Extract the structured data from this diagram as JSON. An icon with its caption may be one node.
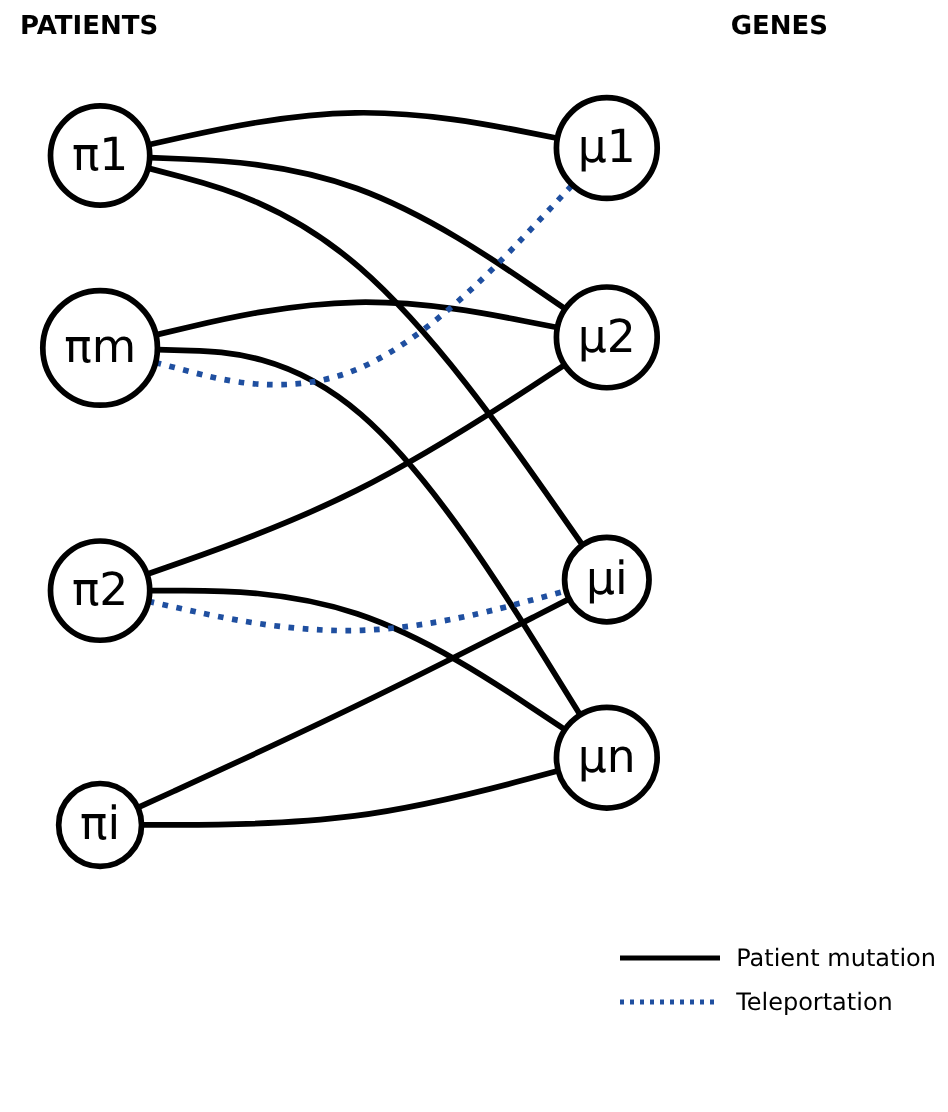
{
  "diagram": {
    "nodes": [
      {
        "text": [
          "π1"
        ]
      },
      {
        "text": [
          "π2"
        ]
      },
      {
        "text": [
          "πi"
        ]
      },
      {
        "text": [
          "πm"
        ]
      },
      {
        "text": [
          "μ1"
        ]
      },
      {
        "text": [
          "μ2"
        ]
      },
      {
        "text": [
          "μi"
        ]
      },
      {
        "text": [
          "μn"
        ]
      }
    ],
    "edges": [
      {
        "from": 0,
        "to": 4,
        "arrow": "none"
      },
      {
        "from": 0,
        "to": 5,
        "arrow": "none"
      },
      {
        "from": 0,
        "to": 6,
        "arrow": "none"
      },
      {
        "from": 1,
        "to": 5,
        "arrow": "none"
      },
      {
        "from": 1,
        "to": 7,
        "arrow": "none"
      },
      {
        "from": 2,
        "to": 6,
        "arrow": "none"
      },
      {
        "from": 2,
        "to": 7,
        "arrow": "none"
      },
      {
        "from": 3,
        "to": 5,
        "arrow": "none"
      },
      {
        "from": 3,
        "to": 7,
        "arrow": "none"
      },
      {
        "from": 3,
        "to": 4,
        "arrow": "none",
        "style": "dashed",
        "color": "#1f4fa0"
      },
      {
        "from": 1,
        "to": 6,
        "arrow": "none",
        "style": "dashed",
        "color": "#1f4fa0"
      }
    ],
    "labels": [
      "GENES",
      "PATIENTS"
    ],
    "legend": [
      {
        "text": "Patient mutation"
      },
      {
        "text": "Teleportation"
      }
    ]
  }
}
